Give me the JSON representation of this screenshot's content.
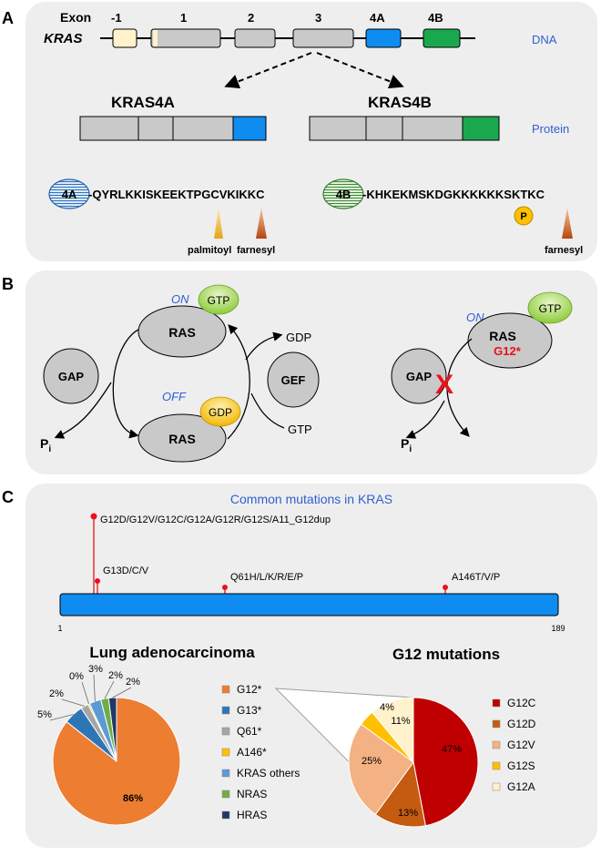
{
  "panelA": {
    "letter": "A",
    "gene": "KRAS",
    "exon_label": "Exon",
    "exons": [
      "-1",
      "1",
      "2",
      "3",
      "4A",
      "4B"
    ],
    "dna_label": "DNA",
    "protein_label": "Protein",
    "isoform_a": "KRAS4A",
    "isoform_b": "KRAS4B",
    "tag_a": "4A",
    "tag_b": "4B",
    "seq_a": "-QYRLKKISKEEKTPGCVKIKKC",
    "seq_b": "-KHKEKMSKDGKKKKKKSKTKC",
    "palmitoyl": "palmitoyl",
    "farnesyl_a": "farnesyl",
    "farnesyl_b": "farnesyl",
    "p_label": "P"
  },
  "panelB": {
    "letter": "B",
    "on_a": "ON",
    "off": "OFF",
    "gtp_a": "GTP",
    "gdp_a": "GDP",
    "ras_top": "RAS",
    "ras_bottom": "RAS",
    "gap_a": "GAP",
    "gef": "GEF",
    "gdp_text": "GDP",
    "gtp_text": "GTP",
    "pi_a": "P",
    "pi_sub": "i",
    "on_b": "ON",
    "gtp_b": "GTP",
    "ras_mut": "RAS",
    "mutation": "G12*",
    "gap_b": "GAP",
    "block": "X",
    "pi_b": "P",
    "pi_b_sub": "i"
  },
  "panelC": {
    "letter": "C",
    "title": "Common mutations in KRAS",
    "mut_g12": "G12D/G12V/G12C/G12A/G12R/G12S/A11_G12dup",
    "mut_g13": "G13D/C/V",
    "mut_q61": "Q61H/L/K/R/E/P",
    "mut_a146": "A146T/V/P",
    "axis_start": "1",
    "axis_end": "189",
    "pie1_title": "Lung adenocarcinoma",
    "pie2_title": "G12 mutations"
  },
  "chart_data": [
    {
      "type": "pie",
      "title": "Lung adenocarcinoma",
      "slices": [
        {
          "name": "G12*",
          "value": 86,
          "label": "86%",
          "color": "#ed7d31"
        },
        {
          "name": "G13*",
          "value": 5,
          "label": "5%",
          "color": "#2e75b6"
        },
        {
          "name": "Q61*",
          "value": 2,
          "label": "2%",
          "color": "#a5a5a5"
        },
        {
          "name": "A146*",
          "value": 0.4,
          "label": "0%",
          "color": "#ffc000"
        },
        {
          "name": "KRAS others",
          "value": 3,
          "label": "3%",
          "color": "#5b9bd5"
        },
        {
          "name": "NRAS",
          "value": 2,
          "label": "2%",
          "color": "#70ad47"
        },
        {
          "name": "HRAS",
          "value": 2,
          "label": "2%",
          "color": "#1f3864"
        }
      ]
    },
    {
      "type": "pie",
      "title": "G12 mutations",
      "slices": [
        {
          "name": "G12C",
          "value": 47,
          "label": "47%",
          "color": "#c00000"
        },
        {
          "name": "G12D",
          "value": 13,
          "label": "13%",
          "color": "#c55a11"
        },
        {
          "name": "G12V",
          "value": 25,
          "label": "25%",
          "color": "#f4b183"
        },
        {
          "name": "G12S",
          "value": 4,
          "label": "4%",
          "color": "#ffc000"
        },
        {
          "name": "G12A",
          "value": 11,
          "label": "11%",
          "color": "#fff2cc"
        }
      ]
    }
  ]
}
